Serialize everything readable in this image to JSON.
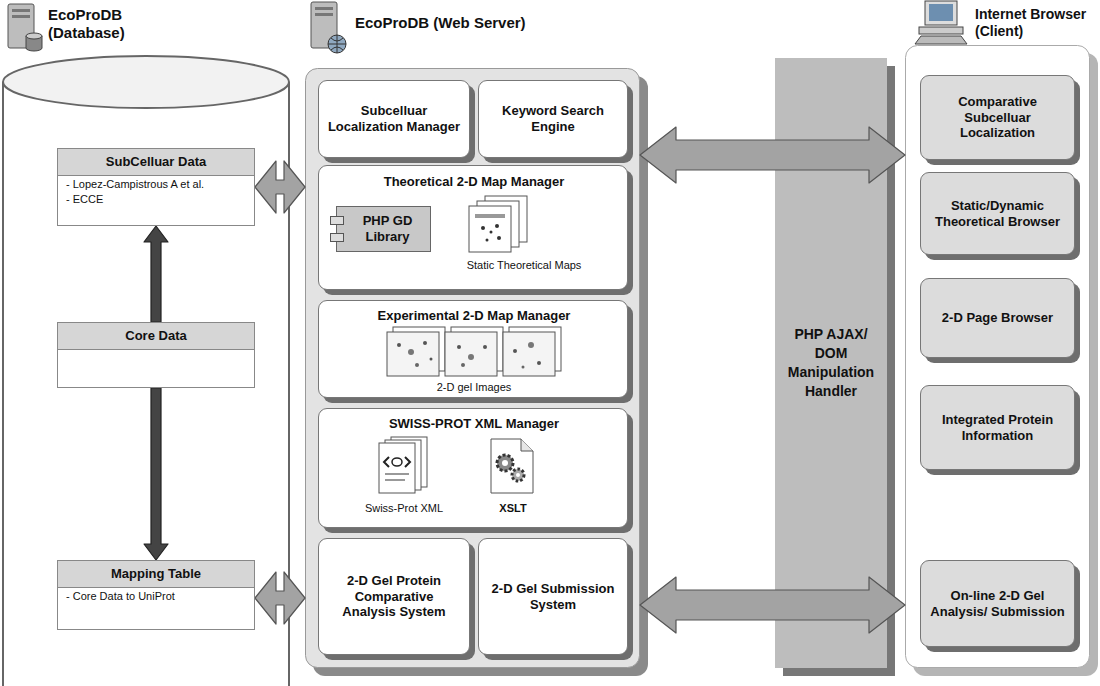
{
  "diagram": {
    "nodes": [
      {
        "text": [
          "EcoProDB (Database)"
        ]
      },
      {
        "text": [
          "SubCelluar Data",
          "- Lopez-Campistrous A et al.",
          "- ECCE"
        ],
        "in": 0
      },
      {
        "text": [
          "Core Data"
        ],
        "in": 0
      },
      {
        "text": [
          "Mapping Table",
          "- Core Data to UniProt"
        ],
        "in": 0
      },
      {
        "text": [
          "EcoProDB (Web Server)"
        ]
      },
      {
        "text": [
          "Subcelluar Localization Manager"
        ],
        "in": 4
      },
      {
        "text": [
          "Keyword Search Engine"
        ],
        "in": 4
      },
      {
        "text": [
          "Theoretical 2-D Map Manager",
          "Static Theoretical Maps"
        ],
        "in": 4
      },
      {
        "text": [
          "PHP GD Library"
        ],
        "in": 7
      },
      {
        "text": [
          "Experimental 2-D Map Manager",
          "2-D gel Images"
        ],
        "in": 4
      },
      {
        "text": [
          "SWISS-PROT XML Manager",
          "Swiss-Prot XML",
          "XSLT"
        ],
        "in": 4
      },
      {
        "text": [
          "2-D Gel Protein Comparative Analysis System"
        ],
        "in": 4
      },
      {
        "text": [
          "2-D Gel Submission System"
        ],
        "in": 4
      },
      {
        "text": [
          "PHP AJAX/ DOM Manipulation Handler"
        ]
      },
      {
        "text": [
          "Internet Browser (Client)"
        ]
      },
      {
        "text": [
          "Comparative Subcelluar Localization"
        ],
        "in": 14
      },
      {
        "text": [
          "Static/Dynamic Theoretical Browser"
        ],
        "in": 14
      },
      {
        "text": [
          "2-D Page Browser"
        ],
        "in": 14
      },
      {
        "text": [
          "Integrated Protein Information"
        ],
        "in": 14
      },
      {
        "text": [
          "On-line 2-D Gel Analysis/ Submission"
        ],
        "in": 14
      }
    ],
    "edges": [
      {
        "from": 2,
        "to": 1,
        "arrow": "to"
      },
      {
        "from": 2,
        "to": 3,
        "arrow": "to"
      },
      {
        "from": 1,
        "to": 4,
        "arrow": "both"
      },
      {
        "from": 3,
        "to": 4,
        "arrow": "both"
      },
      {
        "from": 4,
        "to": 14,
        "arrow": "both"
      },
      {
        "from": 4,
        "to": 14,
        "arrow": "both"
      }
    ]
  }
}
